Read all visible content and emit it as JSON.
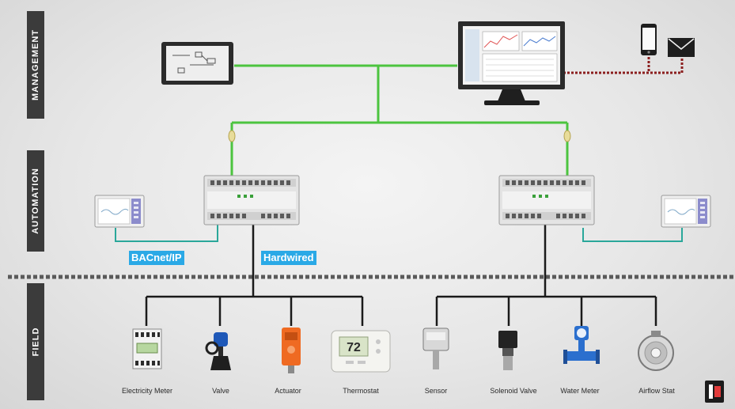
{
  "tiers": {
    "management": "MANAGEMENT",
    "automation": "AUTOMATION",
    "field": "FIELD"
  },
  "protocols": {
    "bacnet": "BACnet/IP",
    "hardwired": "Hardwired"
  },
  "field_devices": [
    {
      "label": "Electricity Meter"
    },
    {
      "label": "Valve"
    },
    {
      "label": "Actuator"
    },
    {
      "label": "Thermostat"
    },
    {
      "label": "Sensor"
    },
    {
      "label": "Solenoid Valve"
    },
    {
      "label": "Water Meter"
    },
    {
      "label": "Airflow Stat"
    }
  ],
  "thermostat_display": "72",
  "colors": {
    "network_green": "#4cc43f",
    "field_black": "#1a1a1a",
    "notify_dotted": "#8b1e1e",
    "bacnet_teal": "#2aa79a",
    "label_blue": "#2aa9e6",
    "tier_bar": "#3b3b3b"
  },
  "icons": [
    "tablet-icon",
    "monitor-icon",
    "smartphone-icon",
    "envelope-icon"
  ]
}
